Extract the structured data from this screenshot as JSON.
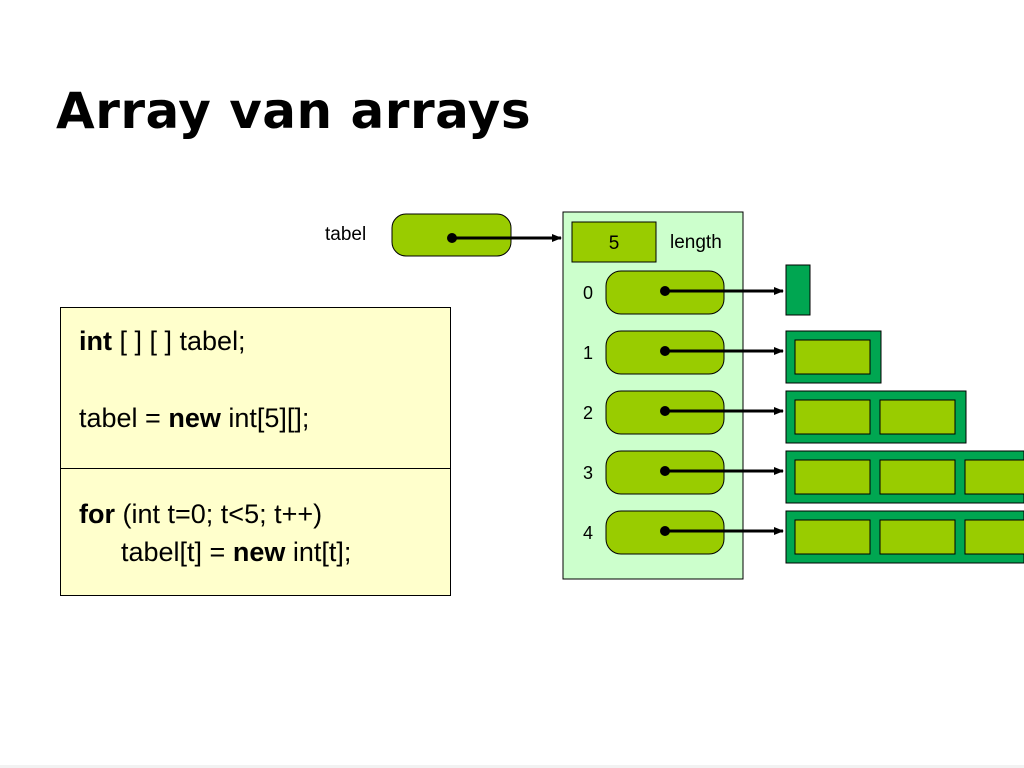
{
  "title": "Array van arrays",
  "code": {
    "line1": {
      "keyword": "int",
      "rest": " [ ] [ ] tabel;"
    },
    "line2": {
      "before": "tabel = ",
      "keyword": "new",
      "after": " int[5][];"
    },
    "line3": {
      "keyword": "for",
      "rest": " (int t=0; t<5; t++)"
    },
    "line4": {
      "before": "tabel[t] = ",
      "keyword": "new",
      "after": " int[t];"
    }
  },
  "diagram": {
    "variable_label": "tabel",
    "length_value": "5",
    "length_label": "length",
    "indices": [
      "0",
      "1",
      "2",
      "3",
      "4"
    ],
    "row_lengths": [
      0,
      1,
      2,
      3,
      3
    ]
  },
  "colors": {
    "lime": "#99cc00",
    "outer_green": "#ccffcc",
    "dark_green": "#00a651",
    "code_bg": "#ffffcc"
  }
}
